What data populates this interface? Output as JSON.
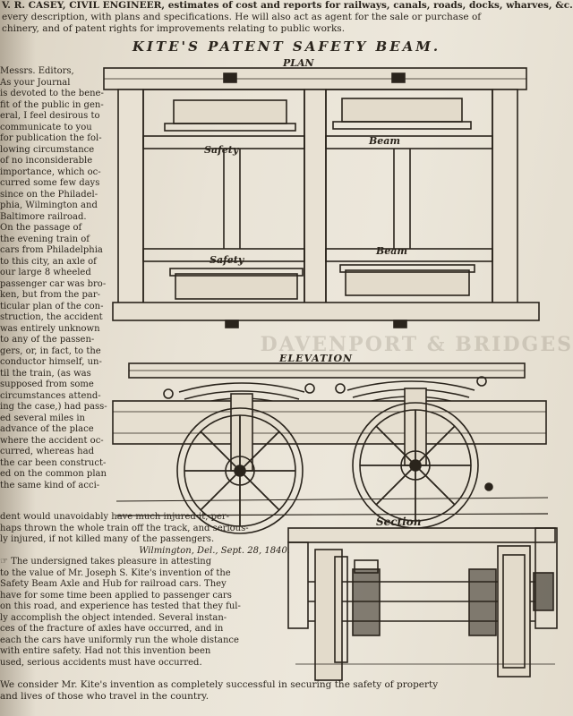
{
  "header_lines": [
    "V. R. CASEY, CIVIL ENGINEER, estimates of cost and reports for railways, canals, roads, docks, wharves, &c., or the sale or purchase of",
    "every description, with plans and specifications. He will also act as agent for the sale or purchase of",
    "chinery, and of patent rights for improvements relating to public works."
  ],
  "article_title": "KITE'S PATENT SAFETY BEAM.",
  "drawing_labels": {
    "plan": "PLAN",
    "elevation": "ELEVATION",
    "section": "Section",
    "safety_top": "Safety",
    "beam_top": "Beam",
    "safety_bottom": "Safety",
    "beam_bottom": "Beam"
  },
  "letter_lines": [
    "Messrs. Editors,",
    "As your Journal",
    "is devoted to the bene-",
    "fit of the public in gen-",
    "eral, I feel desirous to",
    "communicate to you",
    "for publication the fol-",
    "lowing circumstance",
    "of no inconsiderable",
    "importance, which oc-",
    "curred some few days",
    "since on the Philadel-",
    "phia, Wilmington and",
    "Baltimore railroad.",
    "On the passage of",
    "the evening train of",
    "cars from Philadelphia",
    "to this city, an axle of",
    "our large 8 wheeled",
    "passenger car was bro-",
    "ken, but from the par-",
    "ticular plan of the con-",
    "struction, the accident",
    "was entirely unknown",
    "to any of the passen-",
    "gers, or, in fact, to the",
    "conductor himself, un-",
    "til the train, (as was",
    "supposed from some",
    "circumstances attend-",
    "ing the case,) had pass-",
    "ed several miles in",
    "advance of the place",
    "where the accident oc-",
    "curred, whereas had",
    "the car been construct-",
    "ed on the common plan",
    "the same kind of acci-"
  ],
  "continuation_lines": [
    "dent would unavoidably have much injured it, per-",
    "haps thrown the whole train off the track, and serious-",
    "ly injured, if not killed many of the passengers."
  ],
  "dateline": "Wilmington, Del., Sept. 28, 1840.",
  "second_article_lines": [
    "☞ The undersigned takes pleasure in attesting",
    "to the value of Mr. Joseph S. Kite's invention of the",
    "Safety Beam Axle and Hub for railroad cars. They",
    "have for some time been applied to passenger cars",
    "on this road, and experience has tested that they ful-",
    "ly accomplish the object intended. Several instan-",
    "ces of the fracture of axles have occurred, and in",
    "each the cars have uniformly run the whole distance",
    "with entire safety. Had not this invention been",
    "used, serious accidents must have occurred."
  ],
  "final_lines": [
    "We consider Mr. Kite's invention as completely successful in securing the safety of property",
    "and lives of those who travel in the country."
  ],
  "ghost_text": "DAVENPORT & BRIDGES"
}
